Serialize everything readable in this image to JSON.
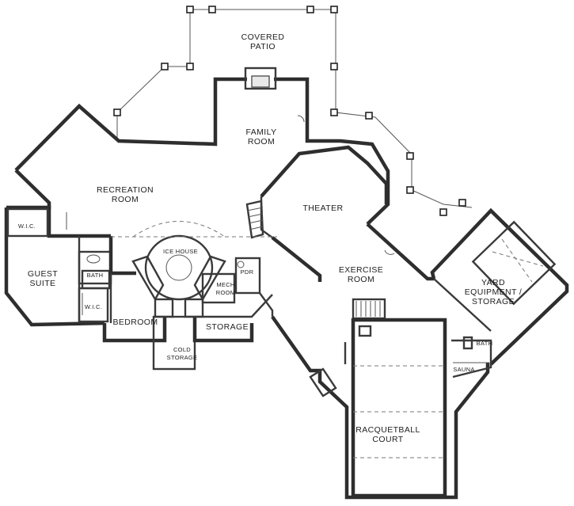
{
  "plan": {
    "rooms": {
      "covered_patio": [
        "COVERED",
        "PATIO"
      ],
      "family_room": [
        "FAMILY",
        "ROOM"
      ],
      "recreation_room": [
        "RECREATION",
        "ROOM"
      ],
      "theater": "THEATER",
      "guest_suite": [
        "GUEST",
        "SUITE"
      ],
      "wic_top": "W.I.C.",
      "wic_bottom": "W.I.C.",
      "bath_guest": "BATH",
      "ice_house": "ICE HOUSE",
      "bedroom": "BEDROOM",
      "mech_room": [
        "MECH",
        "ROOM"
      ],
      "pdr": "PDR",
      "storage": "STORAGE",
      "cold_storage": [
        "COLD",
        "STORAGE"
      ],
      "exercise_room": [
        "EXERCISE",
        "ROOM"
      ],
      "yard_storage": [
        "YARD",
        "EQUIPMENT /",
        "STORAGE"
      ],
      "bath_sauna": "BATH",
      "sauna": "SAUNA",
      "racquetball_court": [
        "RACQUETBALL",
        "COURT"
      ]
    }
  }
}
